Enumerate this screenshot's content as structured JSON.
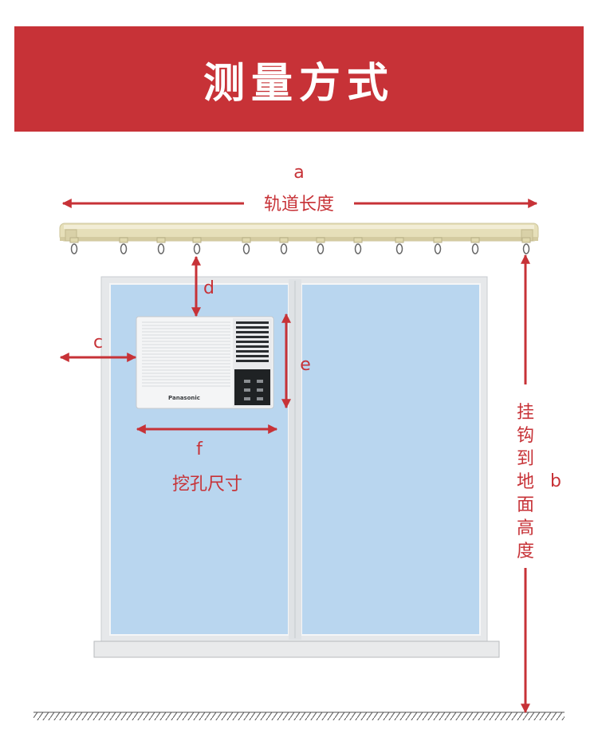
{
  "header": {
    "title": "测量方式"
  },
  "labels": {
    "a": "a",
    "b": "b",
    "c": "c",
    "d": "d",
    "e": "e",
    "f": "f",
    "track_length": "轨道长度",
    "hook_to_ground": [
      "挂",
      "钩",
      "到",
      "地",
      "面",
      "高",
      "度"
    ],
    "hole_size": "挖孔尺寸",
    "brand": "Panasonic"
  },
  "colors": {
    "accent": "#c73237",
    "glass": "#b9d6ef",
    "frame": "#e4e6e8",
    "rail": "#e6dfb9"
  }
}
